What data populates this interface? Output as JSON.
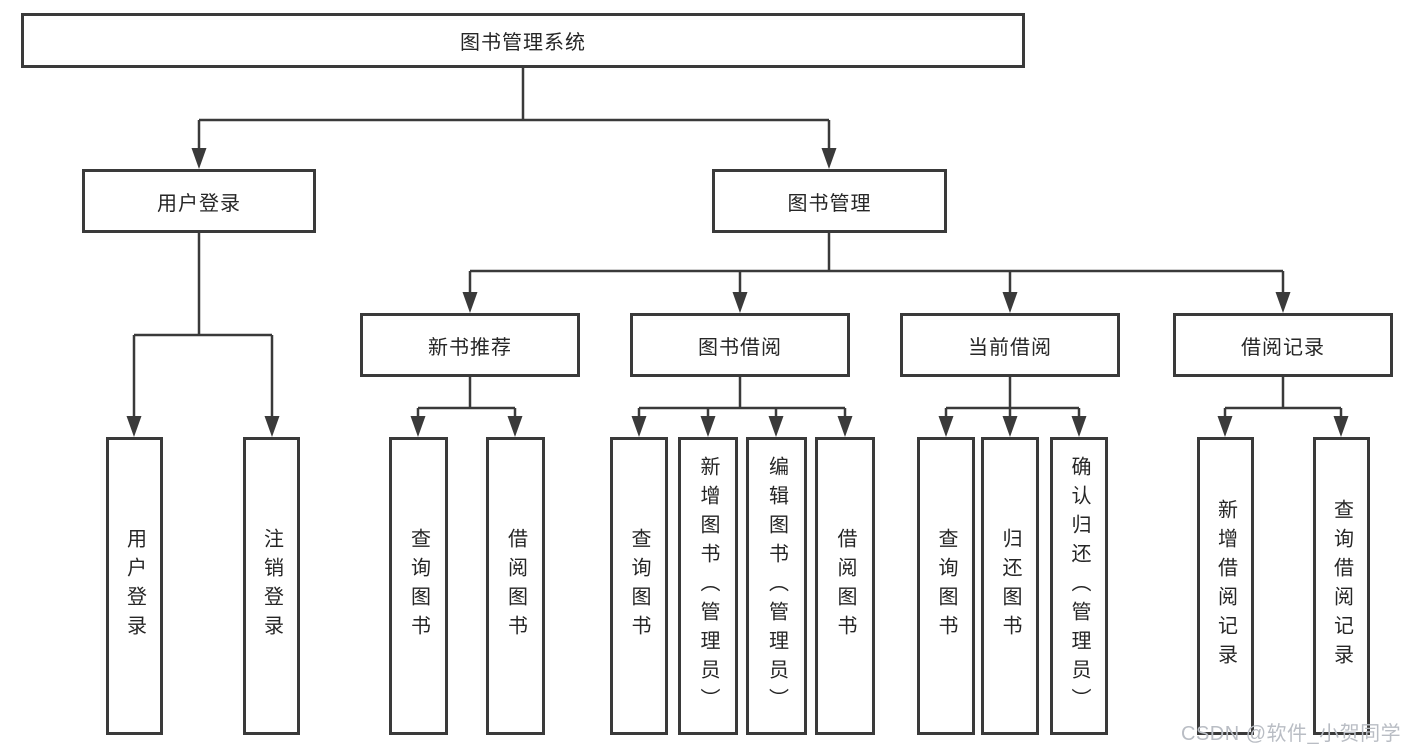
{
  "colors": {
    "line": "#3a3a3a",
    "box_border": "#3a3a3a",
    "text": "#262626",
    "background": "#ffffff",
    "watermark": "#b9bdc4"
  },
  "watermark": "CSDN @软件_小贺同学",
  "tree": {
    "root": "图书管理系统",
    "branches": [
      {
        "label": "用户登录",
        "leaves": [
          "用户登录",
          "注销登录"
        ]
      },
      {
        "label": "图书管理",
        "groups": [
          {
            "label": "新书推荐",
            "leaves": [
              "查询图书",
              "借阅图书"
            ]
          },
          {
            "label": "图书借阅",
            "leaves": [
              "查询图书",
              "新增图书（管理员）",
              "编辑图书（管理员）",
              "借阅图书"
            ]
          },
          {
            "label": "当前借阅",
            "leaves": [
              "查询图书",
              "归还图书",
              "确认归还（管理员）"
            ]
          },
          {
            "label": "借阅记录",
            "leaves": [
              "新增借阅记录",
              "查询借阅记录"
            ]
          }
        ]
      }
    ]
  }
}
